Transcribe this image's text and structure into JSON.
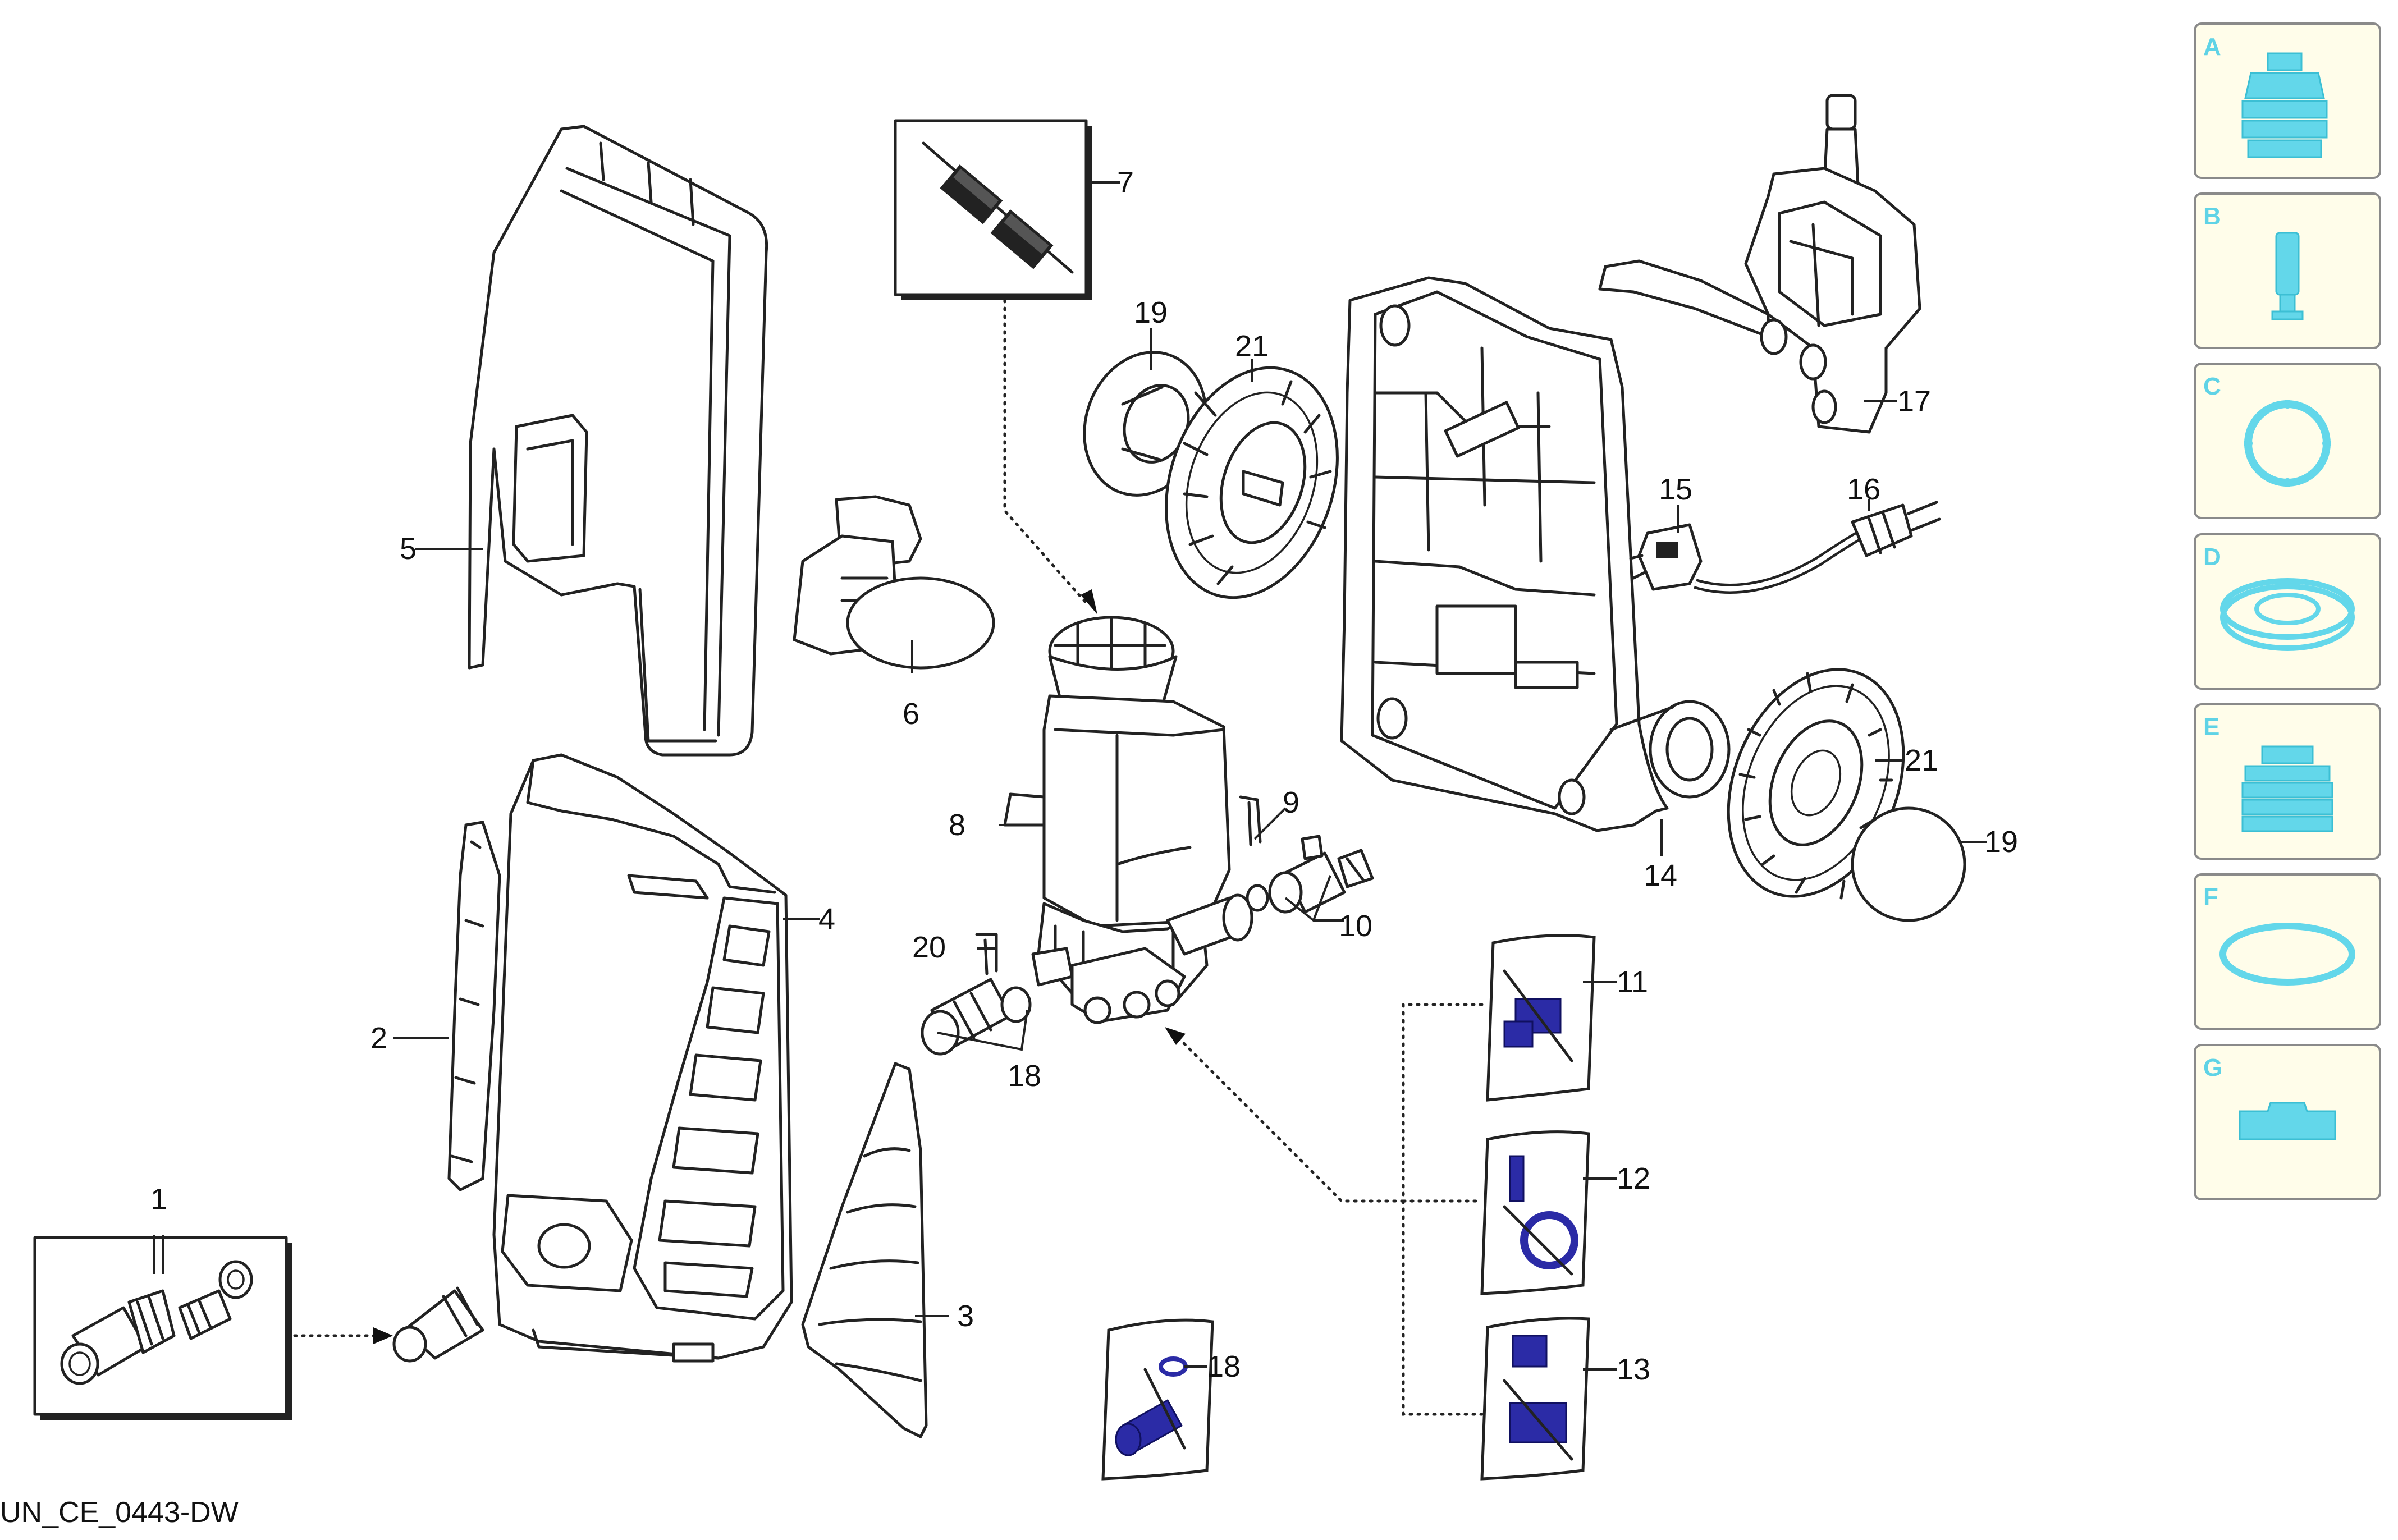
{
  "drawing": {
    "doc_code": "UN_CE_0443-DW"
  },
  "callouts": {
    "c1": "1",
    "c2": "2",
    "c3": "3",
    "c4": "4",
    "c5": "5",
    "c6": "6",
    "c7": "7",
    "c8": "8",
    "c9": "9",
    "c10": "10",
    "c11": "11",
    "c12": "12",
    "c13": "13",
    "c14": "14",
    "c15": "15",
    "c16": "16",
    "c17": "17",
    "c18a": "18",
    "c18b": "18",
    "c19a": "19",
    "c19b": "19",
    "c20": "20",
    "c21a": "21",
    "c21b": "21"
  },
  "legend": {
    "items": [
      {
        "letter": "A",
        "icon": "nozzle-icon"
      },
      {
        "letter": "B",
        "icon": "pin-icon"
      },
      {
        "letter": "C",
        "icon": "gasket-ring-icon"
      },
      {
        "letter": "D",
        "icon": "seal-ring-icon"
      },
      {
        "letter": "E",
        "icon": "bellows-icon"
      },
      {
        "letter": "F",
        "icon": "o-ring-icon"
      },
      {
        "letter": "G",
        "icon": "clip-icon"
      }
    ]
  },
  "colors": {
    "kit_blue": "#2b2ba6",
    "legend_cyan": "#63d7ea",
    "legend_tile": "#fffdea"
  }
}
